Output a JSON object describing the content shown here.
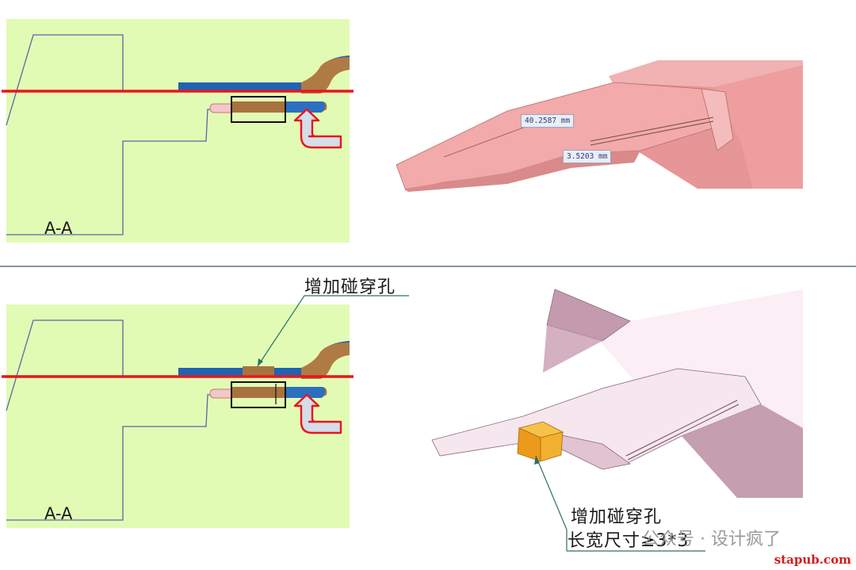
{
  "top": {
    "section_label": "A-A",
    "dim_1": "40.2587 mm",
    "dim_2": "3.5203 mm"
  },
  "bottom": {
    "section_label": "A-A",
    "callout_1": "增加碰穿孔",
    "callout_2_line1": "增加碰穿孔",
    "callout_2_line2": "长宽尺寸≥3*3"
  },
  "watermark": "公众号 · 设计疯了",
  "site": "stapub.com",
  "colors": {
    "section_bg": "#e2fbb4",
    "cut_line": "#e8161b",
    "part_blue": "#1f63b3",
    "part_brown": "#a8723f",
    "model_pink_top": "#f1a7a7",
    "model_pink_bottom": "#e6c8d2",
    "highlight_orange": "#f0a020"
  }
}
